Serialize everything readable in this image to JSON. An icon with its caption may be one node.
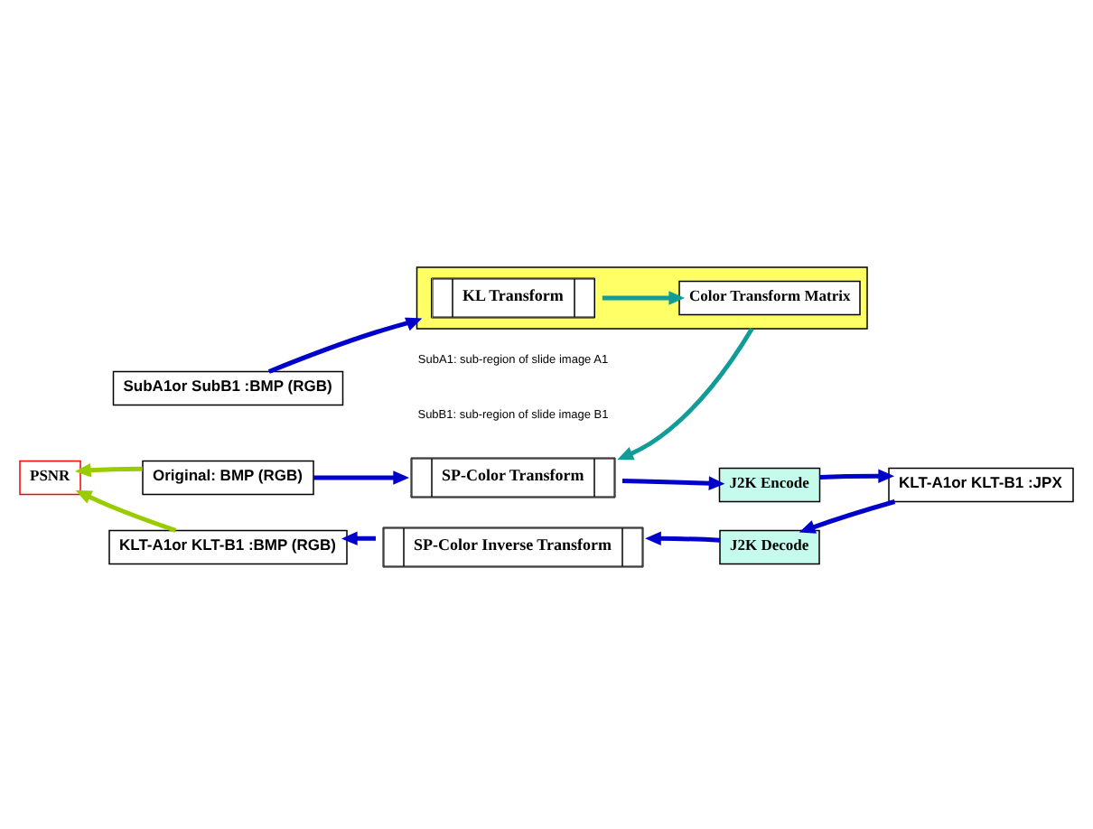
{
  "diagram": {
    "nodes": [
      {
        "text": [
          "SubA1or SubB1 :BMP (RGB)"
        ]
      },
      {
        "text": [],
        "shape": "box"
      },
      {
        "text": [
          "KL Transform"
        ],
        "in": 1
      },
      {
        "text": [
          "Color Transform Matrix"
        ],
        "in": 1
      },
      {
        "text": [
          "Original: BMP (RGB)"
        ]
      },
      {
        "text": [
          "SP-Color Transform"
        ]
      },
      {
        "text": [
          "J2K Encode"
        ]
      },
      {
        "text": [
          "KLT-A1or KLT-B1 :JPX"
        ]
      },
      {
        "text": [
          "PSNR"
        ]
      },
      {
        "text": [
          "KLT-A1or KLT-B1 :BMP (RGB)"
        ]
      },
      {
        "text": [
          "SP-Color Inverse Transform"
        ]
      },
      {
        "text": [
          "J2K Decode"
        ]
      }
    ],
    "edges": [
      {
        "from": 0,
        "to": 1,
        "arrow": "to"
      },
      {
        "from": 2,
        "to": 3,
        "arrow": "to",
        "color": "#119c99"
      },
      {
        "from": 1,
        "to": 5,
        "arrow": "to",
        "color": "#119c99"
      },
      {
        "from": 4,
        "to": 5,
        "arrow": "to"
      },
      {
        "from": 5,
        "to": 6,
        "arrow": "to"
      },
      {
        "from": 6,
        "to": 7,
        "arrow": "to"
      },
      {
        "from": 7,
        "to": 11,
        "arrow": "to"
      },
      {
        "from": 11,
        "to": 10,
        "arrow": "to"
      },
      {
        "from": 10,
        "to": 9,
        "arrow": "to"
      },
      {
        "from": 4,
        "to": 8,
        "arrow": "to",
        "color": "#99cc00"
      },
      {
        "from": 9,
        "to": 8,
        "arrow": "to",
        "color": "#99cc00"
      }
    ],
    "labels": [
      "SubA1: sub-region of slide image A1",
      "SubB1: sub-region of slide image B1"
    ]
  }
}
